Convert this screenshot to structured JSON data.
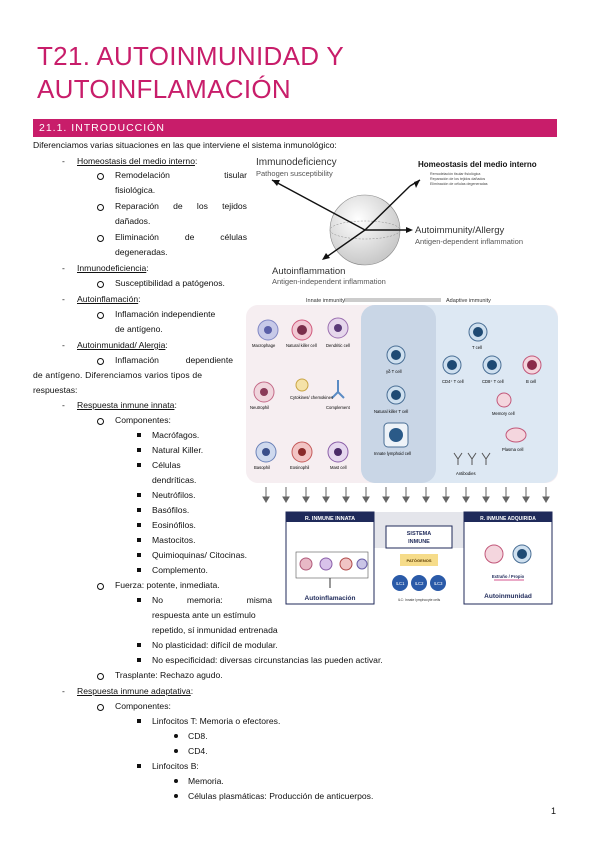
{
  "title_line1": "T21. AUTOINMUNIDAD Y",
  "title_line2": "AUTOINFLAMACIÓN",
  "section": "21.1. INTRODUCCIÓN",
  "intro": "Diferenciamos varias situaciones en las que interviene el sistema inmunológico:",
  "homeostasis": {
    "label": "Homeostasis del medio interno",
    "colon": ":",
    "items": [
      "Remodelación",
      "tisular",
      "fisiológica.",
      "Reparación",
      "de",
      "los",
      "tejidos",
      "dañados.",
      "Eliminación",
      "de",
      "células",
      "degeneradas."
    ]
  },
  "inmunodef": {
    "label": "Inmunodeficiencia",
    "item": "Susceptibilidad a patógenos."
  },
  "autoinfl": {
    "label": "Autoinflamación",
    "item1": "Inflamación independiente",
    "item2": "de antígeno."
  },
  "autoinm": {
    "label": "Autoinmunidad/ Alergia",
    "item1": "Inflamación",
    "item1b": "dependiente",
    "line2": "de antígeno. Diferenciamos varios tipos de",
    "line3": "respuestas:"
  },
  "innata": {
    "label": "Respuesta inmune innata",
    "componentes": "Componentes:",
    "list": [
      "Macrófagos.",
      "Natural Killer.",
      "Células",
      "dendríticas.",
      "Neutrófilos.",
      "Basófilos.",
      "Eosinófilos.",
      "Mastocitos.",
      "Quimioquinas/ Citocinas.",
      "Complemento."
    ],
    "fuerza": "Fuerza: potente, inmediata.",
    "no_mem_a": "No",
    "no_mem_b": "memoria:",
    "no_mem_c": "misma",
    "no_mem_2": "respuesta  ante  un  estímulo",
    "no_mem_3": "repetido, sí inmunidad entrenada",
    "no_plast": "No plasticidad: difícil de modular.",
    "no_espec": "No especificidad: diversas circunstancias las pueden activar.",
    "trasplante": "Trasplante: Rechazo agudo."
  },
  "adaptativa": {
    "label": "Respuesta inmune adaptativa",
    "componentes": "Componentes:",
    "linfT": "Linfocitos T: Memoria o efectores.",
    "cd8": "CD8.",
    "cd4": "CD4.",
    "linfB": "Linfocitos B:",
    "memoria": "Memoria.",
    "plasm": "Células plasmáticas: Producción de anticuerpos."
  },
  "fig1": {
    "immunodef": "Immunodeficiency",
    "patho": "Pathogen susceptibility",
    "homeo": "Homeostasis del medio interno",
    "homeo_sub1": "Remodelación tisular fisiológica",
    "homeo_sub2": "Reparación de los tejidos dañados",
    "homeo_sub3": "Eliminación de células degeneradas",
    "autoimm": "Autoimmunity/Allergy",
    "antidep": "Antigen-dependent inflammation",
    "autoinfl": "Autoinflammation",
    "antiindep": "Antigen-independent inflammation"
  },
  "fig2": {
    "innate": "Innate immunity",
    "adaptive": "Adaptive immunity",
    "macrophage": "Macrophage",
    "nk": "Natural killer cell",
    "dendritic": "Dendritic cell",
    "neutrophil": "Neutrophil",
    "cytokines": "Cytokines/ chemokines",
    "complement": "Complement",
    "basophil": "Basophil",
    "eosinophil": "Eosinophil",
    "mast": "Mast cell",
    "gdt": "γδ T cell",
    "nkt": "Natural killer T cell",
    "ilc": "Innate lymphoid cell",
    "tcell": "T cell",
    "cd4": "CD4⁺ T cell",
    "cd8": "CD8⁺ T cell",
    "bcell": "B cell",
    "memory": "Memory cell",
    "plasma": "Plasma cell",
    "antibodies": "Antibodies"
  },
  "fig3": {
    "innata": "R. INMUNE INNATA",
    "sistema": "SISTEMA",
    "inmune": "INMUNE",
    "adquirida": "R. INMUNE ADQUIRIDA",
    "patogenos": "PATÓGENOS",
    "autoinfl": "Autoinflamación",
    "ilc1": "ILC1",
    "ilc2": "ILC2",
    "ilc3": "ILC3",
    "ilc_caption": "ILC: Innate lymphocyte cells",
    "extrano": "Extraño / Propio",
    "autoinm": "Autoinmunidad"
  },
  "page": "1"
}
